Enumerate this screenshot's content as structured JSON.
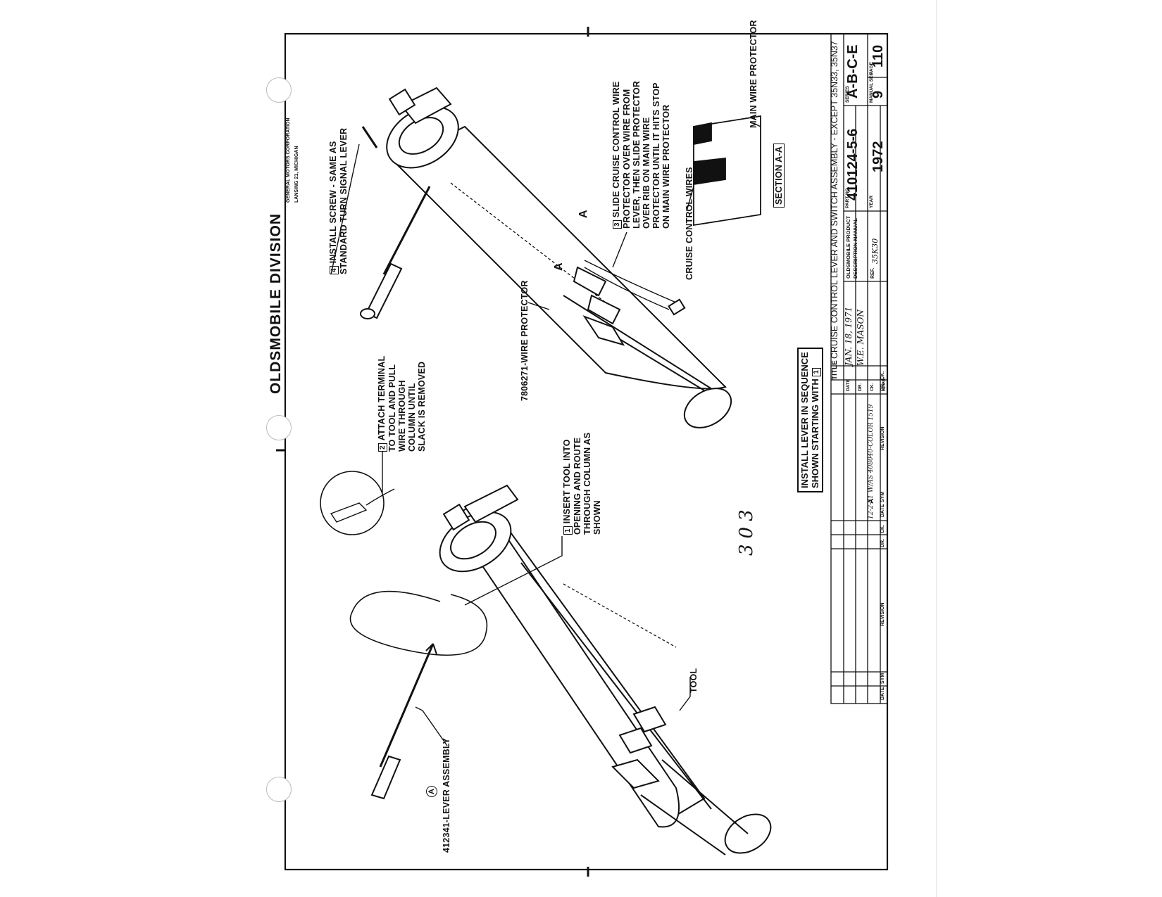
{
  "header": {
    "division": "OLDSMOBILE DIVISION",
    "corporation": "GENERAL MOTORS CORPORATION",
    "location": "LANSING 21, MICHIGAN"
  },
  "callouts": {
    "step1": {
      "number": "1",
      "text": "INSERT TOOL INTO OPENING AND ROUTE THROUGH COLUMN AS SHOWN"
    },
    "step2": {
      "number": "2",
      "text": "ATTACH TERMINAL TO TOOL AND PULL WIRE THROUGH COLUMN UNTIL SLACK IS REMOVED"
    },
    "step3": {
      "number": "3",
      "text": "SLIDE CRUISE CONTROL WIRE PROTECTOR OVER WIRE FROM LEVER, THEN SLIDE PROTECTOR OVER RIB ON MAIN WIRE PROTECTOR UNTIL IT HITS STOP ON MAIN WIRE PROTECTOR"
    },
    "step4": {
      "number": "4",
      "text": "INSTALL SCREW - SAME AS STANDARD TURN SIGNAL LEVER"
    }
  },
  "labels": {
    "wire_protector": "7806271-WIRE PROTECTOR",
    "lever_assembly": "412341-LEVER ASSEMBLY",
    "lever_symbol": "A",
    "tool": "TOOL",
    "cruise_wires": "CRUISE CONTROL WIRES",
    "main_wire_protector": "MAIN WIRE PROTECTOR",
    "section": "SECTION A-A",
    "section_mark": "A",
    "install_note_line1": "INSTALL LEVER IN SEQUENCE",
    "install_note_line2": "SHOWN STARTING WITH",
    "install_note_num": "1",
    "handwritten_number": "303"
  },
  "title_block": {
    "title_label": "TITLE",
    "title": "CRUISE CONTROL LEVER AND SWITCH ASSEMBLY - EXCEPT 35N33, 35N37",
    "date_label": "DATE",
    "date": "JAN. 18, 1971",
    "dr_label": "DR.",
    "dr": "W.E. MASON",
    "ck_label": "CK.",
    "ck": "",
    "appr_label": "APPR.",
    "appr": "",
    "product_label1": "OLDSMOBILE PRODUCT",
    "product_label2": "DESCRIPTION MANUAL",
    "ref_label": "REF.",
    "ref": "35K30",
    "part_label": "PART NO.",
    "part_no": "410124-5-6",
    "series_label": "SERIES",
    "series": "A-B-C-E",
    "year_label": "YEAR",
    "year": "1972",
    "manual_sec_label": "MANUAL SEC.",
    "manual_sec": "9",
    "page_label": "PAGE",
    "page": "110"
  },
  "revision_block": {
    "col_date": "DATE",
    "col_sym": "SYM",
    "col_revision": "REVISION",
    "col_dr": "DR.",
    "col_ck": "CK.",
    "row": {
      "date": "12-2-71",
      "sym": "A",
      "text": "W/AS 408040-COLOR 1519",
      "dr": ""
    }
  }
}
